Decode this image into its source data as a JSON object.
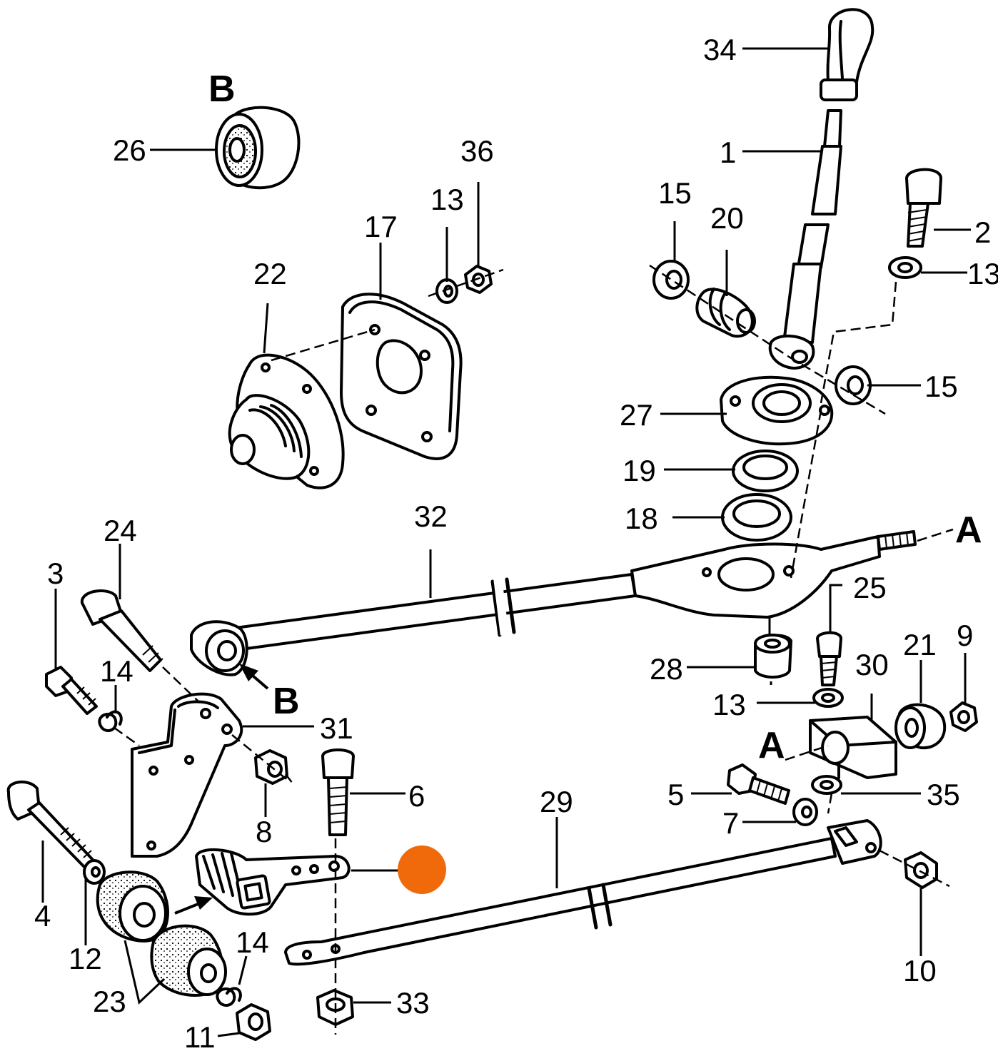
{
  "labels": {
    "p1": "1",
    "p2": "2",
    "p3": "3",
    "p4": "4",
    "p5": "5",
    "p6": "6",
    "p7": "7",
    "p8": "8",
    "p9": "9",
    "p10": "10",
    "p11": "11",
    "p12": "12",
    "p13a": "13",
    "p13b": "13",
    "p13c": "13",
    "p14a": "14",
    "p14b": "14",
    "p15a": "15",
    "p15b": "15",
    "p17": "17",
    "p18": "18",
    "p19": "19",
    "p20": "20",
    "p21": "21",
    "p22": "22",
    "p23": "23",
    "p24": "24",
    "p25": "25",
    "p26": "26",
    "p27": "27",
    "p28": "28",
    "p29": "29",
    "p30": "30",
    "p31": "31",
    "p32": "32",
    "p33": "33",
    "p34": "34",
    "p35": "35",
    "p36": "36"
  },
  "refs": {
    "a_top": "A",
    "a_mid": "A",
    "b_top": "B",
    "b_mid": "B"
  },
  "colors": {
    "ink": "#000000",
    "marker": "#f06a0c"
  }
}
